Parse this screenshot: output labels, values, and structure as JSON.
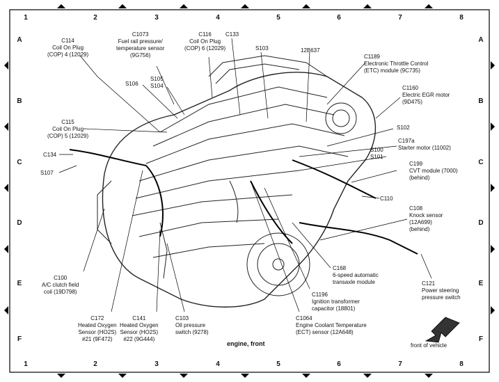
{
  "grid": {
    "columns": [
      "1",
      "2",
      "3",
      "4",
      "5",
      "6",
      "7",
      "8"
    ],
    "rows": [
      "A",
      "B",
      "C",
      "D",
      "E",
      "F"
    ]
  },
  "caption": "engine, front",
  "front_of_vehicle": "front of vehicle",
  "labels": {
    "c114": [
      "C114",
      "Coil On Plug",
      "(COP) 4 (12029)"
    ],
    "c1073": [
      "C1073",
      "Fuel rail pressure/",
      "temperature sensor",
      "(9G756)"
    ],
    "c116": [
      "C116",
      "Coil On Plug",
      "(COP) 6 (12029)"
    ],
    "c133": [
      "C133"
    ],
    "s103": [
      "S103"
    ],
    "b637": [
      "12B637"
    ],
    "c1189": [
      "C1189",
      "Electronic Throttle Control",
      "(ETC) module (9C735)"
    ],
    "s106": [
      "S106"
    ],
    "s105": [
      "S105",
      "S104"
    ],
    "c1160": [
      "C1160",
      "Electric EGR motor",
      "(9D475)"
    ],
    "c115": [
      "C115",
      "Coil On Plug",
      "(COP) 5 (12029)"
    ],
    "s102": [
      "S102"
    ],
    "c197a": [
      "C197a",
      "Starter motor (11002)"
    ],
    "c134": [
      "C134"
    ],
    "s100": [
      "S100",
      "S101"
    ],
    "c199": [
      "C199",
      "CVT module (7000)",
      "(behind)"
    ],
    "s107": [
      "S107"
    ],
    "c110": [
      "C110"
    ],
    "c108": [
      "C108",
      "Knock sensor",
      "(12A699)",
      "(behind)"
    ],
    "c100": [
      "C100",
      "A/C clutch field",
      "coil (19D798)"
    ],
    "c168": [
      "C168",
      "6-speed automatic",
      "transaxle module"
    ],
    "c1196": [
      "C1196",
      "Ignition transformer",
      "capacitor (18801)"
    ],
    "c121": [
      "C121",
      "Power steering",
      "pressure switch"
    ],
    "c172": [
      "C172",
      "Heated Oxygen",
      "Sensor (HO2S)",
      "#21 (9F472)"
    ],
    "c141": [
      "C141",
      "Heated Oxygen",
      "Sensor (HO2S)",
      "#22 (9G444)"
    ],
    "c103": [
      "C103",
      "Oil pressure",
      "switch (9278)"
    ],
    "c1064": [
      "C1064",
      "Engine Coolant Temperature",
      "(ECT) sensor (12A648)"
    ]
  }
}
